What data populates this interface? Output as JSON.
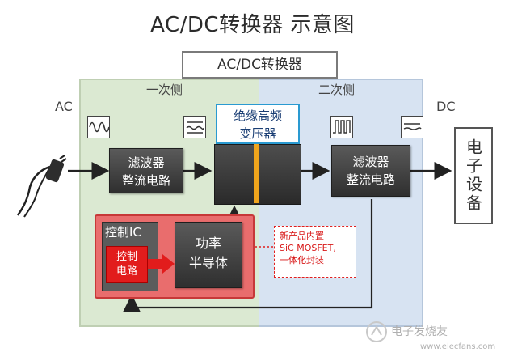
{
  "title": "AC/DC转换器 示意图",
  "converter_label": "AC/DC转换器",
  "primary_label": "一次侧",
  "secondary_label": "二次侧",
  "ac_label": "AC",
  "dc_label": "DC",
  "filter_rectifier_1": [
    "滤波器",
    "整流电路"
  ],
  "filter_rectifier_2": [
    "滤波器",
    "整流电路"
  ],
  "transformer_label": [
    "绝缘高频",
    "变压器"
  ],
  "device_label": "电子设备",
  "control_ic_label": "控制IC",
  "control_circuit_label": [
    "控制",
    "电路"
  ],
  "power_semi_label": [
    "功率",
    "半导体"
  ],
  "callout_text": [
    "新产品内置",
    "SiC MOSFET,",
    "一体化封装"
  ],
  "watermark": "电子发烧友",
  "watermark_sub": "www.elecfans.com",
  "icons": {
    "ac_wave": "sine-wave-icon",
    "after_filter": "ripple-dc-icon",
    "hf_pulse": "pulse-wave-icon",
    "dc_out": "smoothed-dc-icon",
    "adapter": "power-adapter-icon"
  },
  "colors": {
    "primary_zone": "#dbe9d2",
    "secondary_zone": "#d7e3f2",
    "transformer_border": "#2a9ad1",
    "core": "#f0a51c",
    "control_red": "#e21c1c",
    "callout_red": "#d81818"
  }
}
